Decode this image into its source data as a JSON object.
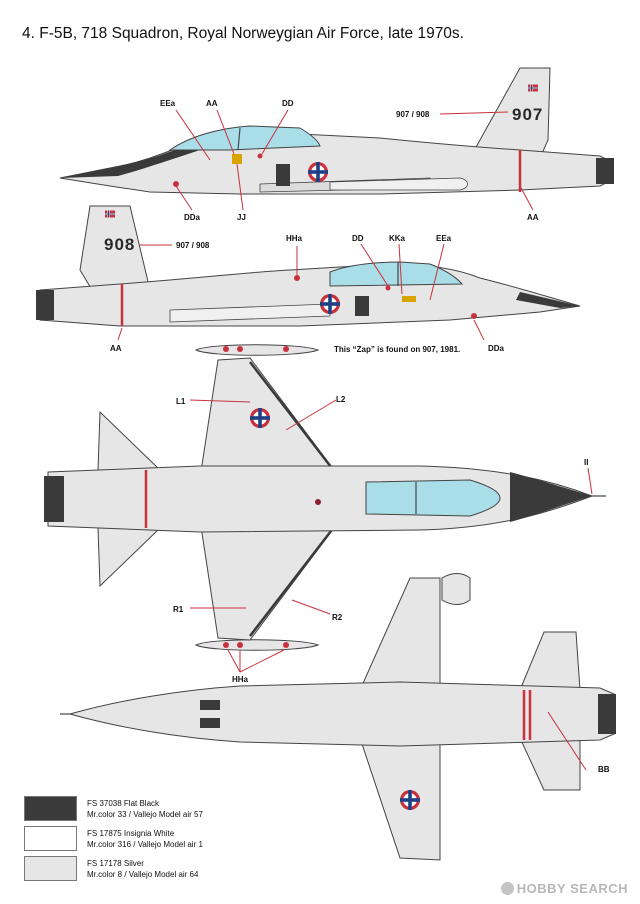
{
  "title": "4. F-5B, 718 Squadron, Royal Norweygian Air Force, late 1970s.",
  "labels": {
    "eea_1": "EEa",
    "aa_1": "AA",
    "dd_1": "DD",
    "serials_1": "907 / 908",
    "dda_1": "DDa",
    "jj": "JJ",
    "aa_2": "AA",
    "serials_2": "907 / 908",
    "hha_1": "HHa",
    "dd_2": "DD",
    "kka": "KKa",
    "eea_2": "EEa",
    "aa_3": "AA",
    "zap_note": "This “Zap” is found on 907, 1981.",
    "dda_2": "DDa",
    "l1": "L1",
    "l2": "L2",
    "ii": "II",
    "r1": "R1",
    "r2": "R2",
    "hha_2": "HHa",
    "bb": "BB"
  },
  "tail_codes": {
    "top": "907",
    "side2": "908"
  },
  "legend": [
    {
      "code": "FS 37038 Flat Black",
      "ref": "Mr.color 33 / Vallejo Model air 57",
      "color": "#3a3a3a"
    },
    {
      "code": "FS 17875 Insignia White",
      "ref": "Mr.color 316 / Vallejo Model air 1",
      "color": "#ffffff"
    },
    {
      "code": "FS 17178 Silver",
      "ref": "Mr.color 8 / Vallejo Model air 64",
      "color": "#e6e6e6"
    }
  ],
  "watermark": "HOBBY SEARCH",
  "colors": {
    "silver": "#e6e6e6",
    "canopy": "#a9dde8",
    "black": "#3a3a3a",
    "red": "#c8323c",
    "blue": "#1f3f86"
  }
}
